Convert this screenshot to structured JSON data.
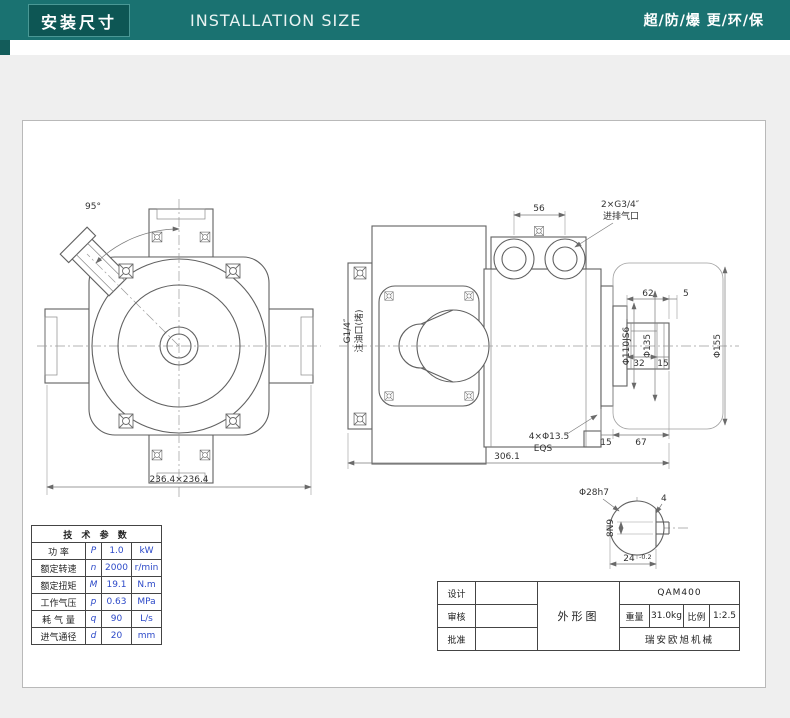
{
  "header": {
    "title_cn": "安装尺寸",
    "title_en": "INSTALLATION SIZE",
    "tagline": "超/防/爆  更/环/保"
  },
  "colors": {
    "header_bg": "#1a7271",
    "header_badge_bg": "#0d5654",
    "page_bg": "#efefef",
    "value_blue": "#2c49c8"
  },
  "params_table": {
    "title": "技 术 参 数",
    "rows": [
      {
        "name": "功 率",
        "symbol": "P",
        "value": "1.0",
        "unit": "kW"
      },
      {
        "name": "额定转速",
        "symbol": "n",
        "value": "2000",
        "unit": "r/min"
      },
      {
        "name": "额定扭矩",
        "symbol": "M",
        "value": "19.1",
        "unit": "N.m"
      },
      {
        "name": "工作气压",
        "symbol": "p",
        "value": "0.63",
        "unit": "MPa"
      },
      {
        "name": "耗 气 量",
        "symbol": "q",
        "value": "90",
        "unit": "L/s"
      },
      {
        "name": "进气通径",
        "symbol": "d",
        "value": "20",
        "unit": "mm"
      }
    ]
  },
  "title_block": {
    "design_label": "设计",
    "review_label": "审核",
    "approve_label": "批准",
    "drawing_name": "外形图",
    "model": "QAM400",
    "weight_label": "重量",
    "weight_value": "31.0kg",
    "scale_label": "比例",
    "scale_value": "1:2.5",
    "company": "瑞安欧旭机械"
  },
  "drawing": {
    "front_view": {
      "angle": "95°",
      "overall": "236.4×236.4"
    },
    "side_view": {
      "port_spacing": "56",
      "ports_spec": "2×G3/4″",
      "ports_label": "进排气口",
      "oil_port_spec": "G1/4″",
      "oil_port_label": "注油口(堵)",
      "shaft_length": "62",
      "step": "5",
      "spigot_dia": "Φ110JS6",
      "dia_135": "Φ135",
      "dia_155": "Φ155",
      "key_length": "32",
      "shaft_dim_15": "15",
      "mount_holes": "4×Φ13.5",
      "mount_holes_note": "EQS",
      "dim_15": "15",
      "dim_67": "67",
      "overall_length": "306.1"
    },
    "shaft_detail": {
      "shaft_dia": "Φ28h7",
      "key_width": "8N9",
      "flat_height": "24",
      "flat_tol": "-0.2",
      "chamfer": "4"
    }
  }
}
